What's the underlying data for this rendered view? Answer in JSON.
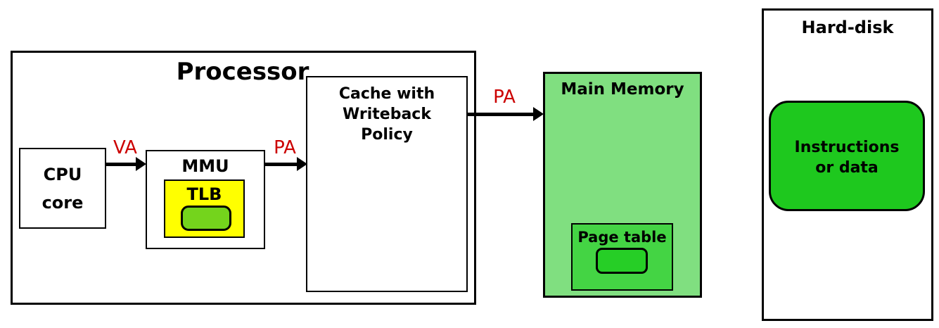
{
  "processor": {
    "title": "Processor",
    "cpu_core": {
      "line1": "CPU",
      "line2": "core"
    },
    "mmu": {
      "label": "MMU",
      "tlb_label": "TLB"
    },
    "cache_lines": [
      "Cache with",
      "Writeback",
      "Policy"
    ]
  },
  "buses": {
    "va_label": "VA",
    "pa_mmu_to_cache_label": "PA",
    "pa_cache_to_memory_label": "PA"
  },
  "main_memory": {
    "title": "Main Memory",
    "page_table_label": "Page table"
  },
  "hard_disk": {
    "title": "Hard-disk",
    "content_line1": "Instructions",
    "content_line2": "or data"
  },
  "colors": {
    "bus_label_red": "#CC0000",
    "tlb_yellow": "#FFFF00",
    "tlb_entry_green": "#74D41C",
    "main_memory_green": "#80DF80",
    "page_table_green": "#44D444",
    "page_table_entry_green": "#26CE26",
    "hard_disk_content_green": "#1EC81E",
    "border_black": "#000000",
    "background_white": "#FFFFFF"
  }
}
